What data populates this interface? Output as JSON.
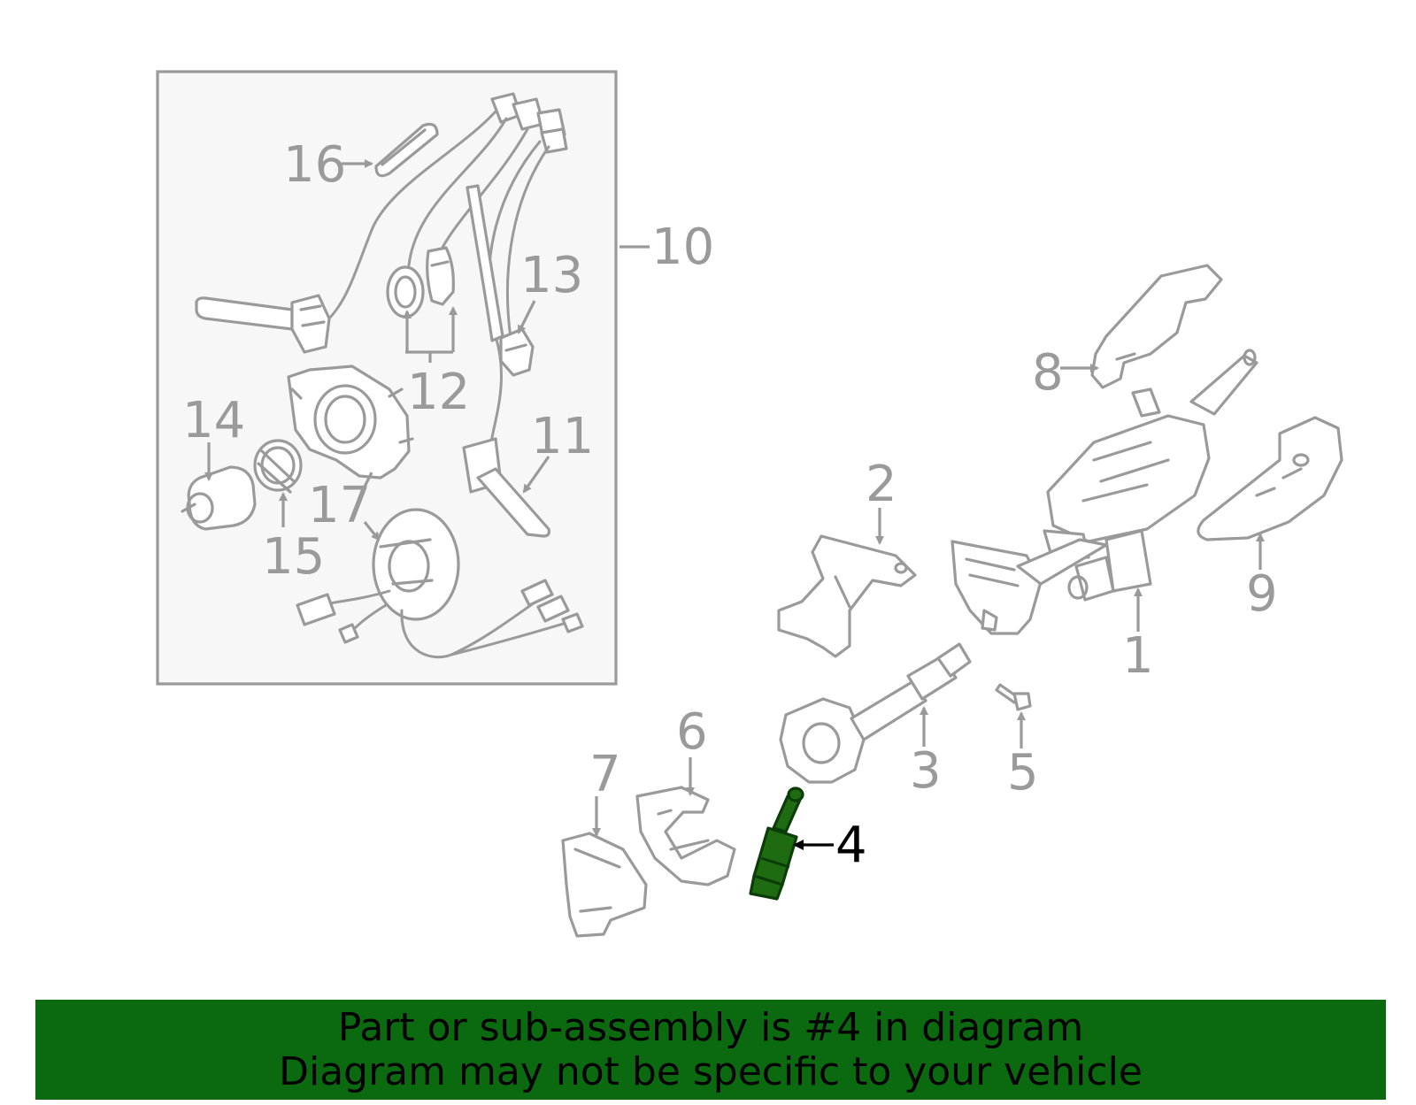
{
  "colors": {
    "line_art": "#9a9a9a",
    "highlight_part": "#1f6b12",
    "banner_background": "#0b6a10",
    "box_fill": "#f7f7f7"
  },
  "callouts": {
    "c1": "1",
    "c2": "2",
    "c3": "3",
    "c4": "4",
    "c5": "5",
    "c6": "6",
    "c7": "7",
    "c8": "8",
    "c9": "9",
    "c10": "10",
    "c11": "11",
    "c12": "12",
    "c13": "13",
    "c14": "14",
    "c15": "15",
    "c16": "16",
    "c17": "17"
  },
  "highlighted_part": "4",
  "banner": {
    "line1": "Part or sub-assembly is #4 in diagram",
    "line2": "Diagram may not be specific to your vehicle"
  }
}
